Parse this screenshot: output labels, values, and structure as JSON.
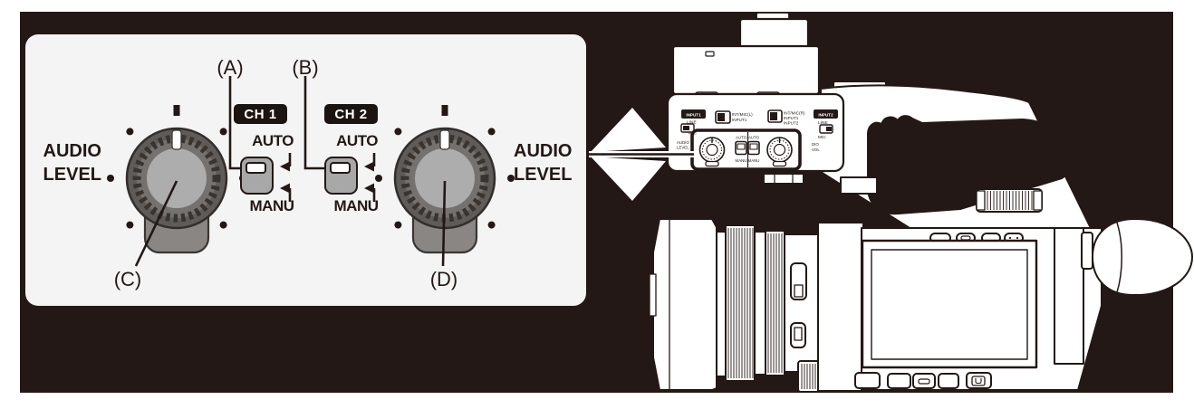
{
  "colors": {
    "backdrop": "#231815",
    "panel_bg": "#f4f4f4",
    "line": "#231815",
    "dial_ring": "#5f5b58",
    "dial_teeth": "#39342f",
    "dial_knob": "#adadae",
    "dial_tab": "#8a8683",
    "switch_body": "#a8a8a9",
    "badge_bg": "#1c1410"
  },
  "callout": {
    "audio_level_left": {
      "l1": "AUDIO",
      "l2": "LEVEL"
    },
    "audio_level_right": {
      "l1": "AUDIO",
      "l2": "LEVEL"
    },
    "label_a": "(A)",
    "label_b": "(B)",
    "label_c": "(C)",
    "label_d": "(D)",
    "ch1": {
      "badge": "CH 1",
      "auto": "AUTO",
      "manu": "MANU"
    },
    "ch2": {
      "badge": "CH 2",
      "auto": "AUTO",
      "manu": "MANU"
    }
  },
  "camera": {
    "audio_panel": {
      "input1_badge": "INPUT1",
      "input2_badge": "INPUT2",
      "line_left": "LINE",
      "mic_left": "MIC",
      "int_mic_l": "INT/MIC(L)",
      "input1_l": "INPUT1",
      "int_mic_r": "INT/MIC(R)",
      "input1_r": "INPUT1",
      "input2_r": "INPUT2",
      "line_right": "LINE",
      "mic_right": "MIC",
      "audio_level_l1": "AUDIO",
      "audio_level_l2": "LEVEL",
      "audio_vol_l1": "DIO",
      "audio_vol_l2": "VOL",
      "ch1_auto": "AUTO",
      "ch1_manu": "MANU",
      "ch2_auto": "AUTO",
      "ch2_manu": "MANU"
    }
  }
}
